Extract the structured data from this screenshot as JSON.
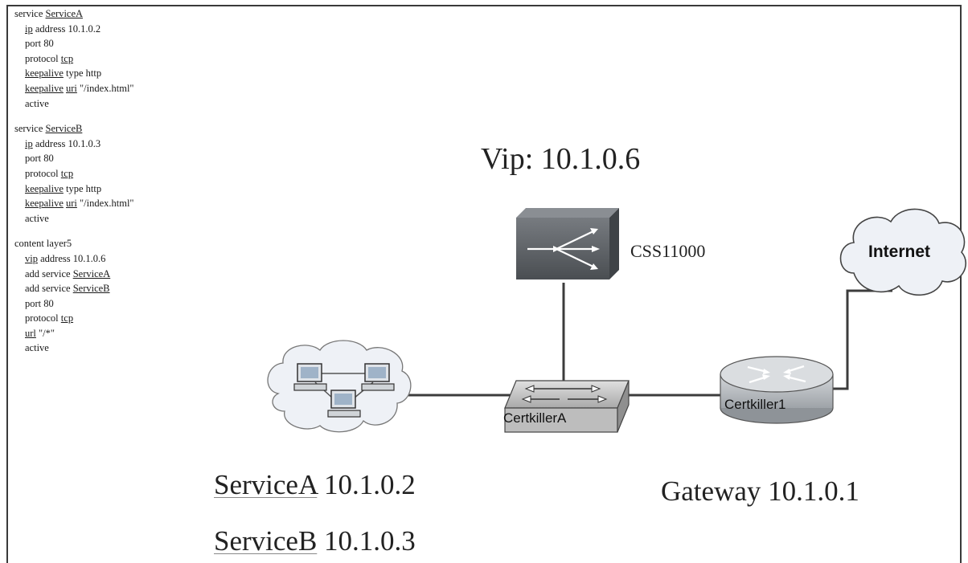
{
  "config": {
    "blocks": [
      {
        "lines": [
          {
            "pre": "service ",
            "ul": "ServiceA",
            "post": ""
          },
          {
            "pre": "",
            "ul": "ip",
            "post": " address 10.1.0.2"
          },
          {
            "pre": "port 80",
            "ul": "",
            "post": ""
          },
          {
            "pre": "protocol ",
            "ul": "tcp",
            "post": ""
          },
          {
            "pre": "",
            "ul": "keepalive",
            "post": " type http"
          },
          {
            "pre": "",
            "ul": "keepalive",
            "post": " ",
            "ul2": "uri",
            "post2": " \"/index.html\""
          },
          {
            "pre": "active",
            "ul": "",
            "post": ""
          }
        ]
      },
      {
        "lines": [
          {
            "pre": "service ",
            "ul": "ServiceB",
            "post": ""
          },
          {
            "pre": "",
            "ul": "ip",
            "post": " address 10.1.0.3"
          },
          {
            "pre": "port 80",
            "ul": "",
            "post": ""
          },
          {
            "pre": "protocol ",
            "ul": "tcp",
            "post": ""
          },
          {
            "pre": "",
            "ul": "keepalive",
            "post": " type http"
          },
          {
            "pre": "",
            "ul": "keepalive",
            "post": " ",
            "ul2": "uri",
            "post2": " \"/index.html\""
          },
          {
            "pre": "active",
            "ul": "",
            "post": ""
          }
        ]
      },
      {
        "lines": [
          {
            "pre": "content layer5",
            "ul": "",
            "post": ""
          },
          {
            "pre": "",
            "ul": "vip",
            "post": " address 10.1.0.6"
          },
          {
            "pre": "add service ",
            "ul": "ServiceA",
            "post": ""
          },
          {
            "pre": "add service ",
            "ul": "ServiceB",
            "post": ""
          },
          {
            "pre": "port 80",
            "ul": "",
            "post": ""
          },
          {
            "pre": "protocol ",
            "ul": "tcp",
            "post": ""
          },
          {
            "pre": "",
            "ul": "url",
            "post": " \"/*\""
          },
          {
            "pre": "active",
            "ul": "",
            "post": ""
          }
        ]
      }
    ]
  },
  "labels": {
    "vip": "Vip: 10.1.0.6",
    "css_device": "CSS11000",
    "internet": "Internet",
    "switch": "CertkillerA",
    "router": "Certkiller1",
    "service_a_name": "ServiceA",
    "service_a_ip": " 10.1.0.2",
    "service_b_name": "ServiceB",
    "service_b_ip": " 10.1.0.3",
    "gateway": "Gateway 10.1.0.1"
  },
  "icons": {
    "css": "content-switch-icon",
    "switch": "workgroup-switch-icon",
    "router": "router-icon",
    "cloud_internet": "internet-cloud-icon",
    "server_cloud": "server-farm-cloud-icon"
  },
  "colors": {
    "line": "#3c3c3c",
    "css_body": "#5b5f63",
    "switch_body": "#c9c9c9",
    "router_body": "#b8bcc0",
    "cloud_fill": "#eef1f6"
  }
}
